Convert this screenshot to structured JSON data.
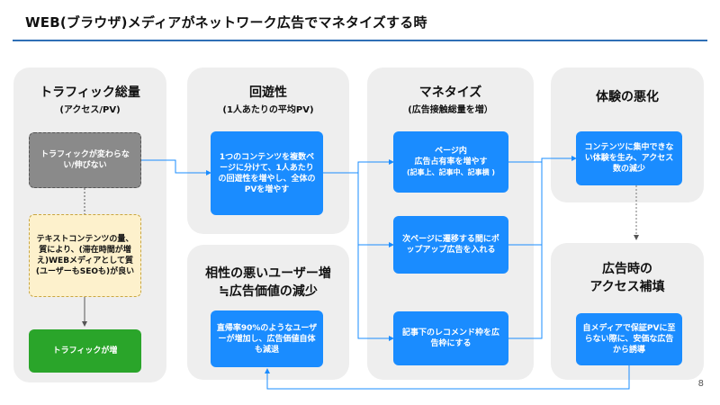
{
  "title": "WEB(ブラウザ)メディアがネットワーク広告でマネタイズする時",
  "page_number": "8",
  "panels": {
    "traffic": {
      "title": "トラフィック総量",
      "subtitle": "(アクセス/PV)"
    },
    "circulation": {
      "title": "回遊性",
      "subtitle": "(1人あたりの平均PV)"
    },
    "monetize": {
      "title": "マネタイズ",
      "subtitle": "(広告接触総量を増）"
    },
    "experience": {
      "title": "体験の悪化"
    },
    "compat": {
      "title": "相性の悪いユーザー増\n≒広告価値の減少"
    },
    "fill": {
      "title": "広告時の\nアクセス補填"
    }
  },
  "boxes": {
    "traffic_flat": "トラフィックが変わらない/伸びない",
    "text_content": "テキストコンテンツの量、質により、(滞在時間が増え)WEBメディアとして質(ユーザーもSEOも)が良い",
    "traffic_up": "トラフィックが増",
    "split_pages": "1つのコンテンツを複数ページに分けて、1人あたりの回遊性を増やし、全体のPVを増やす",
    "ad_ratio_line1": "ページ内",
    "ad_ratio_line2": "広告占有率を増やす",
    "ad_ratio_line3": "(記事上、記事中、記事横 )",
    "popup_ads": "次ページに遷移する間にポップアップ広告を入れる",
    "recommend": "記事下のレコメンド枠を広告枠にする",
    "cant_focus": "コンテンツに集中できない体験を生み、アクセス数の減少",
    "bounce": "直帰率90%のようなユーザーが増加し、広告価値自体も減退",
    "own_media": "自メディアで保証PVに至らない際に、安価な広告から誘導"
  },
  "colors": {
    "accent": "#2f6fb6",
    "box_blue": "#1a8cff",
    "panel": "#eeeeee",
    "green": "#2aa52a"
  }
}
